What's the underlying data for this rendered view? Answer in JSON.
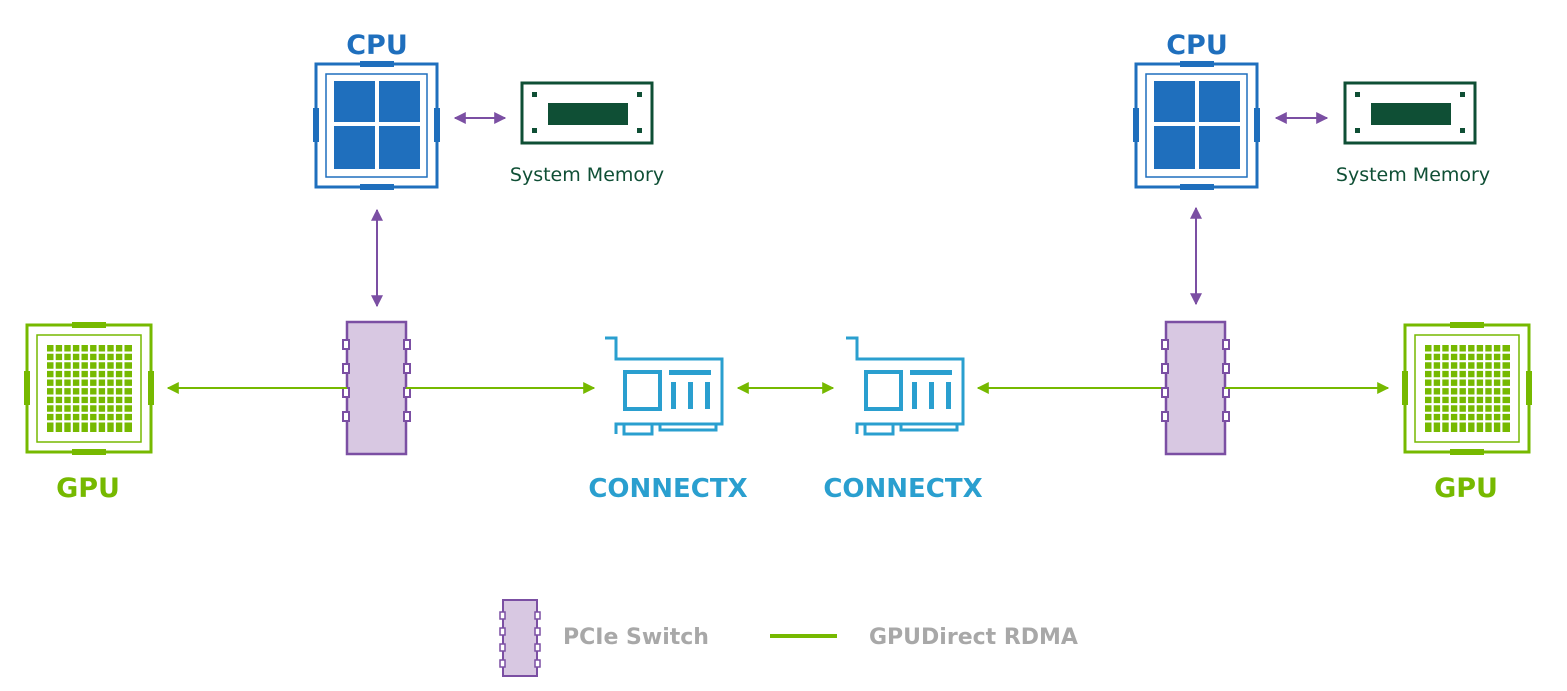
{
  "colors": {
    "cpu": "#1f6fbd",
    "memory": "#0f4f35",
    "gpu": "#76b900",
    "connectx": "#2a9fcf",
    "pcie_fill": "#d8c8e2",
    "pcie_stroke": "#7b4fa3",
    "purple_arrow": "#7b4fa3",
    "legend_text": "#a8a8a8"
  },
  "labels": {
    "cpu_left": "CPU",
    "cpu_right": "CPU",
    "memory_left": "System Memory",
    "memory_right": "System Memory",
    "gpu_left": "GPU",
    "gpu_right": "GPU",
    "connectx_left": "CONNECTX",
    "connectx_right": "CONNECTX"
  },
  "legend": {
    "pcie_switch": "PCIe Switch",
    "gpudirect_rdma": "GPUDirect RDMA"
  }
}
